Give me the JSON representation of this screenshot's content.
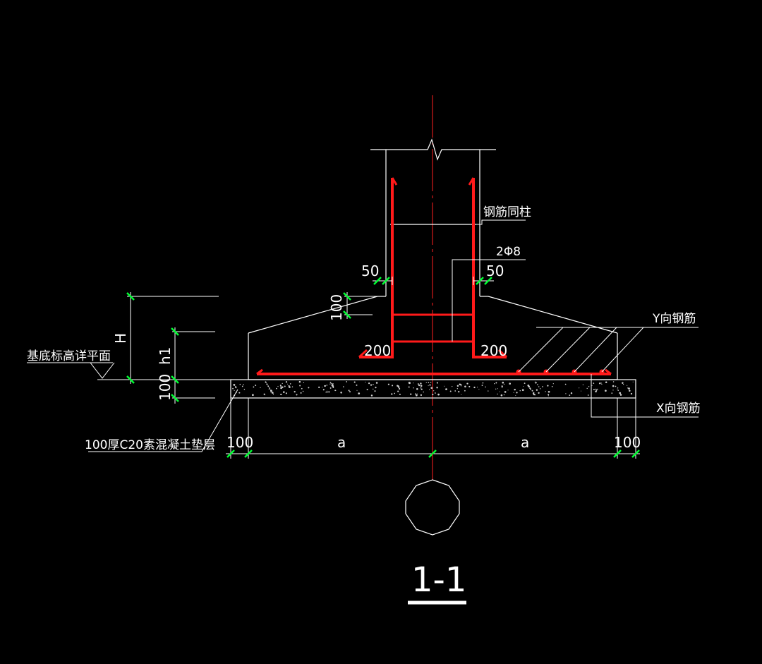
{
  "colors": {
    "background": "#000000",
    "linework": "#ffffff",
    "rebar": "#ff1a1a",
    "centerline": "#ff2020",
    "dimension": "#ffffff",
    "tick": "#00ff33"
  },
  "labels": {
    "rebar_same_column": "钢筋同柱",
    "stirrup": "2Φ8",
    "y_rebar": "Y向钢筋",
    "x_rebar": "X向钢筋",
    "base_elevation": "基底标高详平面",
    "cushion": "100厚C20素混凝土垫层",
    "section_title": "1-1"
  },
  "dimensions": {
    "cover_left": "50",
    "cover_right": "50",
    "hook_left": "200",
    "hook_right": "200",
    "step_100": "100",
    "H": "H",
    "h1": "h1",
    "cushion_100": "100",
    "bottom_left_100": "100",
    "bottom_a_left": "a",
    "bottom_a_right": "a",
    "bottom_right_100": "100"
  }
}
